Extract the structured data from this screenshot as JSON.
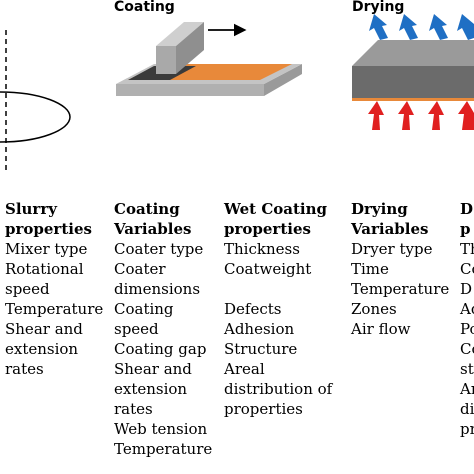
{
  "stages": {
    "coating_title": "Coating",
    "drying_title": "Drying"
  },
  "columns": [
    {
      "heading": [
        "Slurry",
        "properties"
      ],
      "items": [
        "Mixer type",
        "Rotational",
        "speed",
        "Temperature",
        "Shear and",
        "extension",
        "rates"
      ]
    },
    {
      "heading": [
        "Coating",
        "Variables"
      ],
      "items": [
        "Coater type",
        "Coater",
        "dimensions",
        "Coating",
        "speed",
        "Coating gap",
        "Shear and",
        "extension",
        "rates",
        "Web tension",
        "Temperature"
      ]
    },
    {
      "heading": [
        "Wet Coating",
        "properties"
      ],
      "items": [
        "Thickness",
        "Coatweight"
      ],
      "items2": [
        "Defects",
        "Adhesion",
        "Structure",
        "Areal",
        "distribution of",
        "properties"
      ]
    },
    {
      "heading": [
        "Drying",
        "Variables"
      ],
      "items": [
        "Dryer type",
        "Time",
        "Temperature",
        "Zones",
        "Air flow"
      ]
    },
    {
      "heading": [
        "D",
        "p"
      ],
      "items": [
        "Th",
        "Co",
        "D",
        "Ad",
        "Po",
        "Co",
        "st",
        "Ar",
        "di",
        "pr"
      ]
    }
  ],
  "colors": {
    "coating_layer": "#e8893a",
    "substrate_gray": "#c4c4c4",
    "blade_gray": "#bdbdbd",
    "wet_dark": "#333333",
    "dryer_top": "#8c8c8c",
    "dryer_side": "#5f5f5f",
    "arrow_blue": "#1f6fc4",
    "arrow_red": "#e02020"
  }
}
